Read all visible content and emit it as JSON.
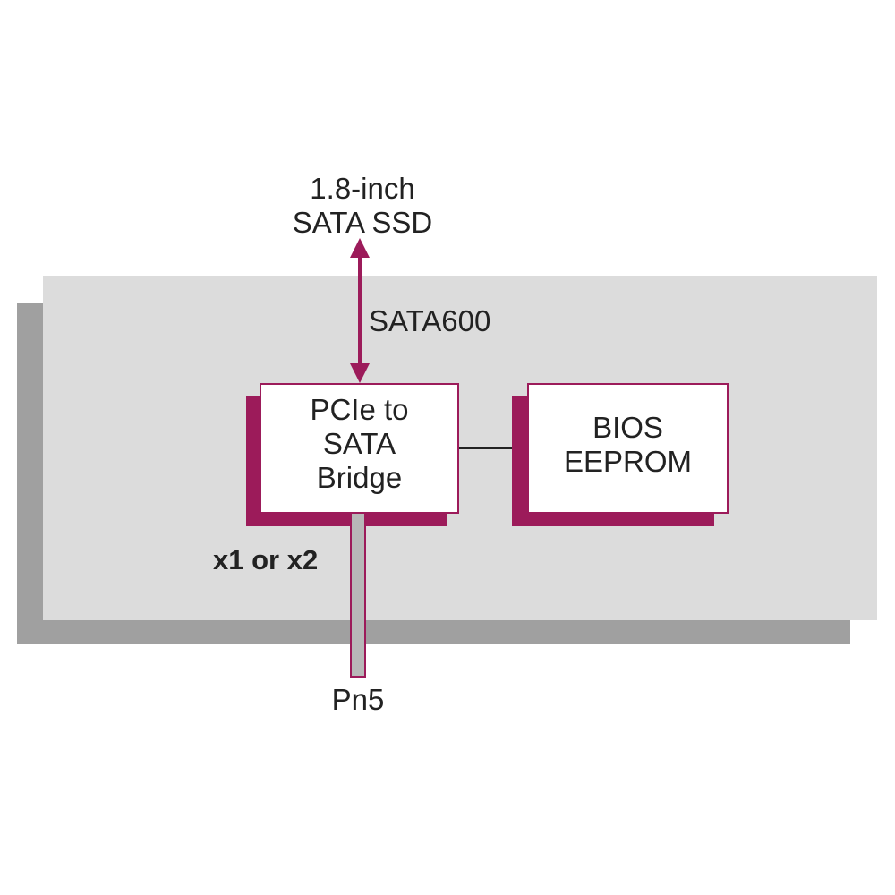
{
  "diagram": {
    "ssd_label": "1.8-inch\nSATA SSD",
    "sata_link_label": "SATA600",
    "bridge_label": "PCIe to\nSATA\nBridge",
    "bios_label": "BIOS\nEEPROM",
    "lane_label": "x1 or x2",
    "connector_label": "Pn5"
  },
  "colors": {
    "accent": "#9c1b5a",
    "board": "#dcdcdc",
    "board_shadow": "#a0a0a0",
    "lane": "#b8b8b8",
    "text": "#222222"
  }
}
